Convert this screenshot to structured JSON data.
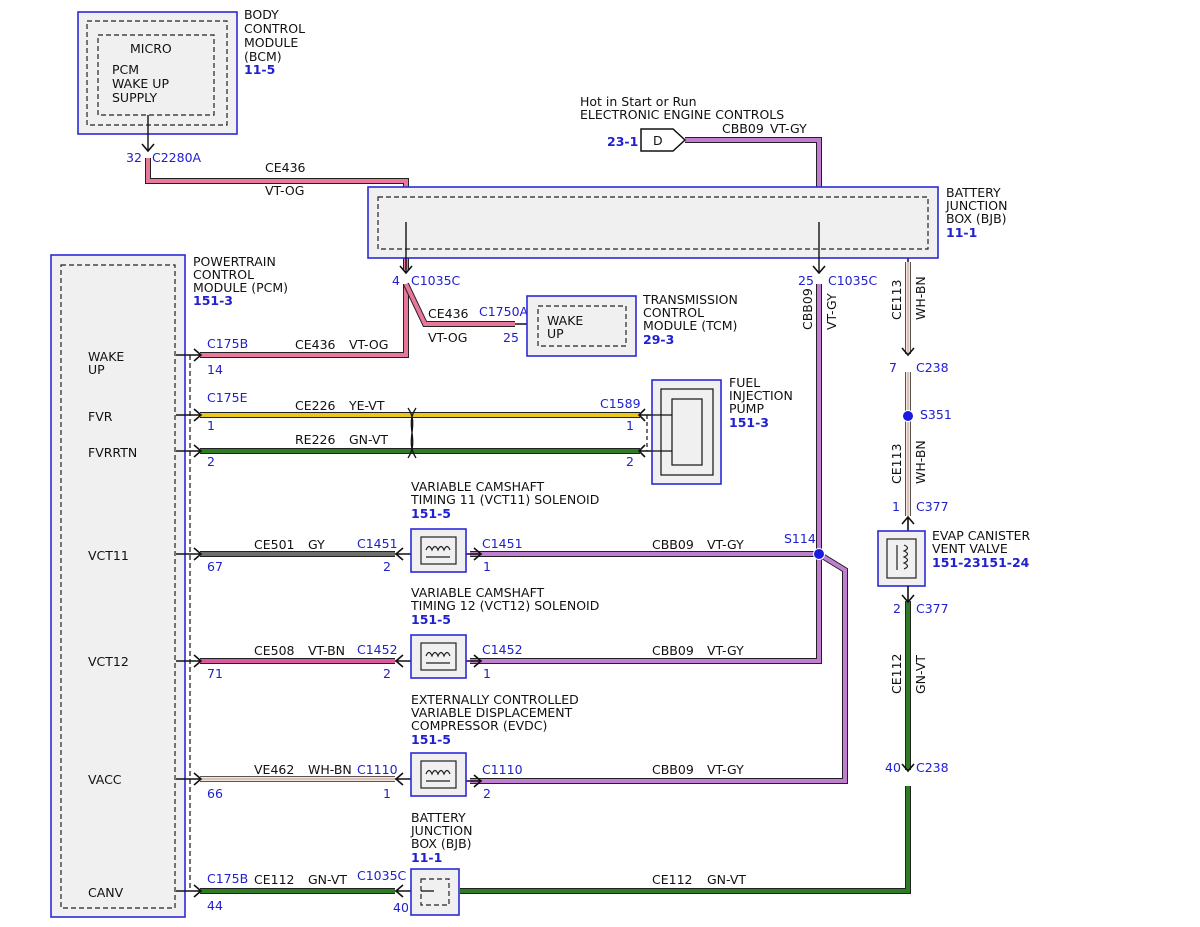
{
  "modules": {
    "bcm": {
      "name_lines": [
        "BODY",
        "CONTROL",
        "MODULE",
        "(BCM)"
      ],
      "ref": "11-5",
      "inner_title": "MICRO",
      "inner_lines": [
        "PCM",
        "WAKE UP",
        "SUPPLY"
      ],
      "pin": "32",
      "connector": "C2280A"
    },
    "bjb_top": {
      "name_lines": [
        "BATTERY",
        "JUNCTION",
        "BOX (BJB)"
      ],
      "ref": "11-1",
      "pin_left": "4",
      "conn_left": "C1035C",
      "pin_right": "25",
      "conn_right": "C1035C"
    },
    "pcm": {
      "name_lines": [
        "POWERTRAIN",
        "CONTROL",
        "MODULE (PCM)"
      ],
      "ref": "151-3",
      "pins": {
        "wake": [
          "WAKE",
          "UP"
        ],
        "fvr": "FVR",
        "fvrrtn": "FVRRTN",
        "vct11": "VCT11",
        "vct12": "VCT12",
        "vacc": "VACC",
        "canv": "CANV"
      }
    },
    "tcm": {
      "name_lines": [
        "TRANSMISSION",
        "CONTROL",
        "MODULE (TCM)"
      ],
      "ref": "29-3",
      "inner_lines": [
        "WAKE",
        "UP"
      ],
      "pin": "25",
      "connector": "C1750A"
    },
    "fuel_pump": {
      "name_lines": [
        "FUEL",
        "INJECTION",
        "PUMP"
      ],
      "ref": "151-3",
      "connector": "C1589",
      "pin1": "1",
      "pin2": "2"
    },
    "vct11_sol": {
      "name_lines": [
        "VARIABLE CAMSHAFT",
        "TIMING 11 (VCT11) SOLENOID"
      ],
      "ref": "151-5",
      "conn": "C1451",
      "pin_left": "2",
      "pin_right": "1"
    },
    "vct12_sol": {
      "name_lines": [
        "VARIABLE CAMSHAFT",
        "TIMING 12 (VCT12) SOLENOID"
      ],
      "ref": "151-5",
      "conn": "C1452",
      "pin_left": "2",
      "pin_right": "1"
    },
    "evdc": {
      "name_lines": [
        "EXTERNALLY CONTROLLED",
        "VARIABLE DISPLACEMENT",
        "COMPRESSOR (EVDC)"
      ],
      "ref": "151-5",
      "conn": "C1110",
      "pin_left": "1",
      "pin_right": "2"
    },
    "bjb_bottom": {
      "name_lines": [
        "BATTERY",
        "JUNCTION",
        "BOX (BJB)"
      ],
      "ref": "11-1",
      "conn": "C1035C",
      "pin": "40"
    },
    "evap": {
      "name_lines": [
        "EVAP CANISTER",
        "VENT VALVE"
      ],
      "ref": "151-23151-24",
      "conn": "C377",
      "pin_top": "1",
      "pin_bottom": "2"
    }
  },
  "hot_feed": {
    "lines": [
      "Hot in Start or Run",
      "ELECTRONIC ENGINE CONTROLS"
    ],
    "ref": "23-1",
    "symbol": "D",
    "circuit": "CBB09",
    "color": "VT-GY"
  },
  "wires": {
    "ce436_top": {
      "circuit": "CE436",
      "color": "VT-OG"
    },
    "ce436_tcm": {
      "circuit": "CE436",
      "color": "VT-OG"
    },
    "ce436_pcm": {
      "circuit": "CE436",
      "color": "VT-OG",
      "conn": "C175B",
      "pin": "14"
    },
    "ce226": {
      "circuit": "CE226",
      "color": "YE-VT",
      "conn": "C175E",
      "pin": "1"
    },
    "re226": {
      "circuit": "RE226",
      "color": "GN-VT",
      "pin": "2"
    },
    "ce501": {
      "circuit": "CE501",
      "color": "GY",
      "pin": "67"
    },
    "ce508": {
      "circuit": "CE508",
      "color": "VT-BN",
      "pin": "71"
    },
    "ve462": {
      "circuit": "VE462",
      "color": "WH-BN",
      "pin": "66"
    },
    "ce112_bottom": {
      "circuit": "CE112",
      "color": "GN-VT",
      "conn": "C175B",
      "pin": "44"
    },
    "ce112_right": {
      "circuit": "CE112",
      "color": "GN-VT"
    },
    "cbb09_vert": {
      "circuit": "CBB09",
      "color": "VT-GY"
    },
    "cbb09_vct11": {
      "circuit": "CBB09",
      "color": "VT-GY"
    },
    "cbb09_vct12": {
      "circuit": "CBB09",
      "color": "VT-GY"
    },
    "cbb09_evdc": {
      "circuit": "CBB09",
      "color": "VT-GY"
    },
    "ce113_top": {
      "circuit": "CE113",
      "color": "WH-BN"
    },
    "ce113_mid": {
      "circuit": "CE113",
      "color": "WH-BN"
    },
    "ce112_vert": {
      "circuit": "CE112",
      "color": "GN-VT"
    }
  },
  "connectors": {
    "c238_top": {
      "name": "C238",
      "pin": "7"
    },
    "c238_bottom": {
      "name": "C238",
      "pin": "40"
    },
    "s351": "S351",
    "s114": "S114"
  },
  "wire_colors": {
    "vt_og": "#e8779a",
    "vt_gy": "#c07ed0",
    "ye_vt": "#e8c81e",
    "gn_vt": "#2e7a25",
    "gy": "#6e6e6e",
    "vt_bn": "#d85a9c",
    "wh_bn": "#c49a8a",
    "module_blue": "#2a2ad8",
    "splice_blue": "#1a1ae0"
  }
}
